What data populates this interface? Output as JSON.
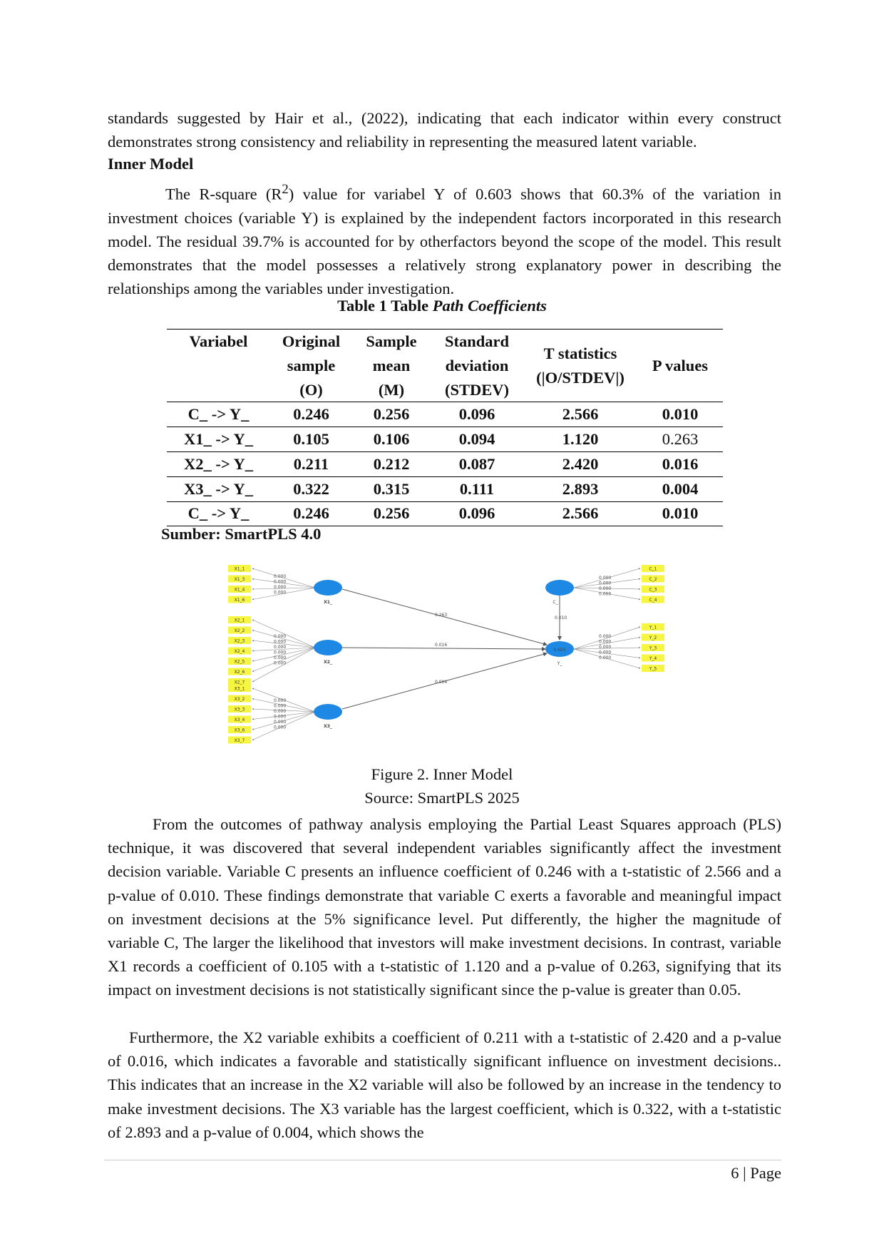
{
  "intro_para": "standards suggested by Hair et al., (2022), indicating that each indicator within every construct demonstrates strong consistency and reliability in representing the measured latent variable.",
  "heading": "Inner Model",
  "rsq_para": {
    "before": "The R-square (R",
    "sup": "2",
    "after": ") value for variabel Y of 0.603 shows that 60.3% of the variation in investment choices (variable Y) is explained by the independent factors incorporated in this research model. The residual 39.7% is accounted for by otherfactors beyond the scope of the model. This result demonstrates that the model possesses a relatively strong explanatory power in describing the relationships among the variables under investigation."
  },
  "table": {
    "caption_prefix": "Table 1 Table ",
    "caption_italic": "Path Coefficients",
    "headers": {
      "variabel": "Variabel",
      "original": [
        "Original",
        "sample",
        "(O)"
      ],
      "mean": [
        "Sample",
        "mean",
        "(M)"
      ],
      "stdev": [
        "Standard",
        "deviation",
        "(STDEV)"
      ],
      "tstat": [
        "T statistics",
        "(|O/STDEV|)"
      ],
      "pval": "P values"
    },
    "rows": [
      {
        "var": "C_ -> Y_",
        "o": "0.246",
        "m": "0.256",
        "sd": "0.096",
        "t": "2.566",
        "p": "0.010"
      },
      {
        "var": "X1_ -> Y_",
        "o": "0.105",
        "m": "0.106",
        "sd": "0.094",
        "t": "1.120",
        "p": "0.263"
      },
      {
        "var": "X2_ -> Y_",
        "o": "0.211",
        "m": "0.212",
        "sd": "0.087",
        "t": "2.420",
        "p": "0.016"
      },
      {
        "var": "X3_ -> Y_",
        "o": "0.322",
        "m": "0.315",
        "sd": "0.111",
        "t": "2.893",
        "p": "0.004"
      },
      {
        "var": "C_ -> Y_",
        "o": "0.246",
        "m": "0.256",
        "sd": "0.096",
        "t": "2.566",
        "p": "0.010"
      }
    ],
    "source": "Sumber: SmartPLS 4.0"
  },
  "figure": {
    "x1_indicators": [
      "X1_1",
      "X1_3",
      "X1_4",
      "X1_6"
    ],
    "x2_indicators": [
      "X2_1",
      "X2_2",
      "X2_3",
      "X2_4",
      "X2_5",
      "X2_6",
      "X2_7"
    ],
    "x3_indicators": [
      "X3_1",
      "X3_2",
      "X3_3",
      "X3_4",
      "X3_6",
      "X3_7"
    ],
    "c_indicators": [
      "C_1",
      "C_2",
      "C_3",
      "C_4"
    ],
    "y_indicators": [
      "Y_1",
      "Y_2",
      "Y_3",
      "Y_4",
      "Y_5"
    ],
    "loading_label": "0.000",
    "node_x1": "X1_",
    "node_x2": "X2_",
    "node_x3": "X3_",
    "node_c": "C_",
    "node_y": "Y_",
    "y_r2": "0.603",
    "path_x1": "0.263",
    "path_x2": "0.016",
    "path_x3": "0.004",
    "path_c": "0.010",
    "colors": {
      "node": "#1e88e5",
      "indicator": "#f5f542",
      "line": "#555555"
    }
  },
  "fig_caption": "Figure 2. Inner Model",
  "fig_source": "Source: SmartPLS 2025",
  "para_results1": "From  the outcomes of pathway analysis employing the Partial Least Squares approach (PLS) technique, it was discovered that several independent variables significantly affect the investment decision variable. Variable C presents an influence coefficient of 0.246 with a t-statistic of 2.566 and a p-value of 0.010. These findings demonstrate that variable C exerts a favorable and meaningful impact on investment decisions at the 5% significance level. Put differently, the higher the magnitude of variable C, The larger the likelihood that investors will make investment decisions. In contrast, variable X1 records a coefficient of 0.105 with a t-statistic of 1.120 and a p-value of 0.263, signifying that its impact on investment decisions is not statistically significant since the p-value is greater than 0.05.",
  "para_results2": "Furthermore, the X2 variable exhibits a coefficient of 0.211 with a t-statistic of 2.420 and a p-value of 0.016, which indicates a favorable and statistically significant influence on investment decisions.. This indicates that an increase in the X2 variable will also be followed by an increase in the tendency to make investment decisions. The X3 variable has the largest coefficient, which is 0.322, with a t-statistic of 2.893 and a p-value of 0.004, which shows the",
  "page_number": "6 | Page"
}
